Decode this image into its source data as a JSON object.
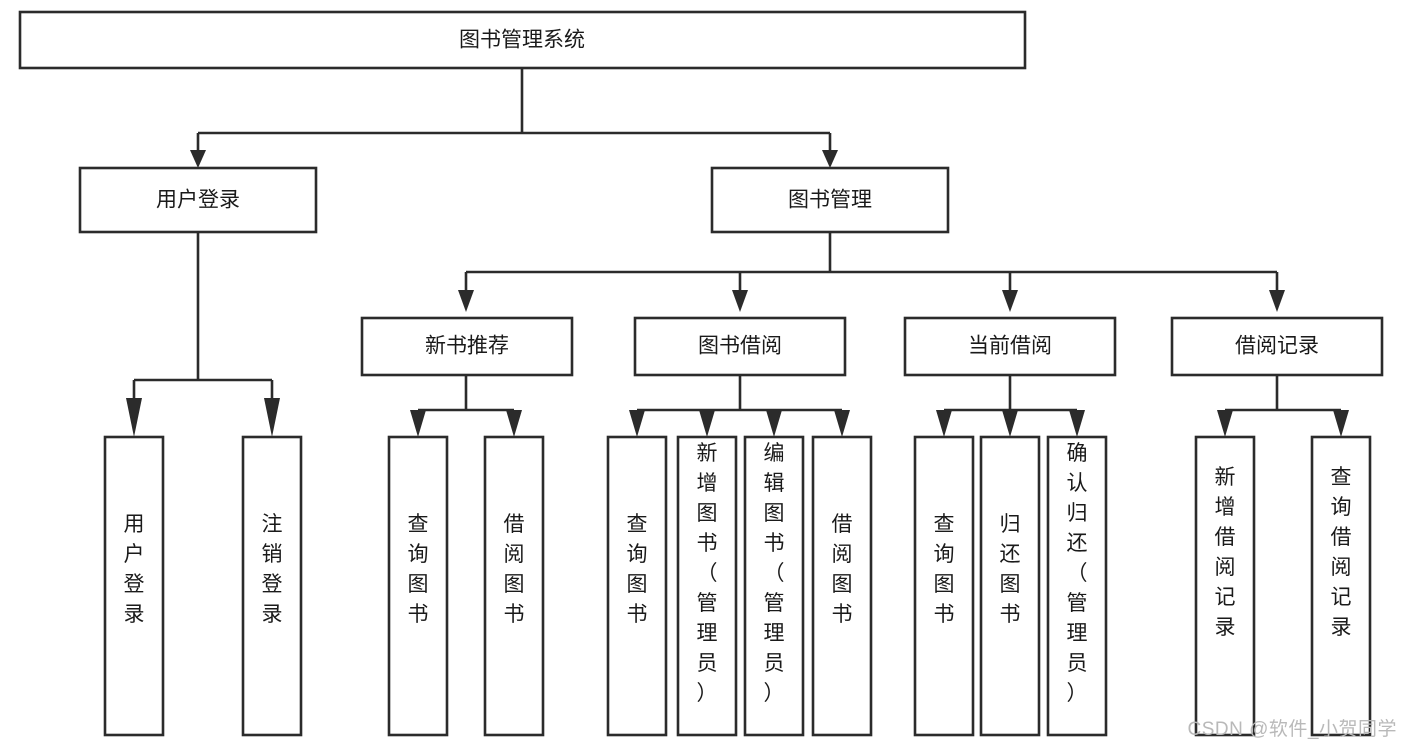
{
  "diagram": {
    "type": "tree",
    "orientation": "top-down",
    "title": "图书管理系统",
    "colors": {
      "box_stroke": "#2b2b2b",
      "box_fill": "#ffffff",
      "connector": "#2b2b2b",
      "text": "#1a1a1a",
      "watermark": "#b9b9b9",
      "background": "#ffffff"
    },
    "root": {
      "id": "root",
      "label": "图书管理系统"
    },
    "level2": [
      {
        "id": "user-login",
        "label": "用户登录"
      },
      {
        "id": "book-manage",
        "label": "图书管理"
      }
    ],
    "level3": [
      {
        "id": "new-book-recommend",
        "label": "新书推荐",
        "parent": "book-manage"
      },
      {
        "id": "book-borrow",
        "label": "图书借阅",
        "parent": "book-manage"
      },
      {
        "id": "current-borrow",
        "label": "当前借阅",
        "parent": "book-manage"
      },
      {
        "id": "borrow-record",
        "label": "借阅记录",
        "parent": "book-manage"
      }
    ],
    "leaves": {
      "user-login": [
        {
          "id": "leaf-user-login",
          "label": "用户登录"
        },
        {
          "id": "leaf-user-logout",
          "label": "注销登录"
        }
      ],
      "new-book-recommend": [
        {
          "id": "leaf-query-book-1",
          "label": "查询图书"
        },
        {
          "id": "leaf-borrow-book-1",
          "label": "借阅图书"
        }
      ],
      "book-borrow": [
        {
          "id": "leaf-query-book-2",
          "label": "查询图书"
        },
        {
          "id": "leaf-add-book",
          "label": "新增图书（管理员）"
        },
        {
          "id": "leaf-edit-book",
          "label": "编辑图书（管理员）"
        },
        {
          "id": "leaf-borrow-book-2",
          "label": "借阅图书"
        }
      ],
      "current-borrow": [
        {
          "id": "leaf-query-book-3",
          "label": "查询图书"
        },
        {
          "id": "leaf-return-book",
          "label": "归还图书"
        },
        {
          "id": "leaf-confirm-return",
          "label": "确认归还（管理员）"
        }
      ],
      "borrow-record": [
        {
          "id": "leaf-add-record",
          "label": "新增借阅记录"
        },
        {
          "id": "leaf-query-record",
          "label": "查询借阅记录"
        }
      ]
    }
  },
  "watermark": {
    "text": "CSDN @软件_小贺同学"
  }
}
